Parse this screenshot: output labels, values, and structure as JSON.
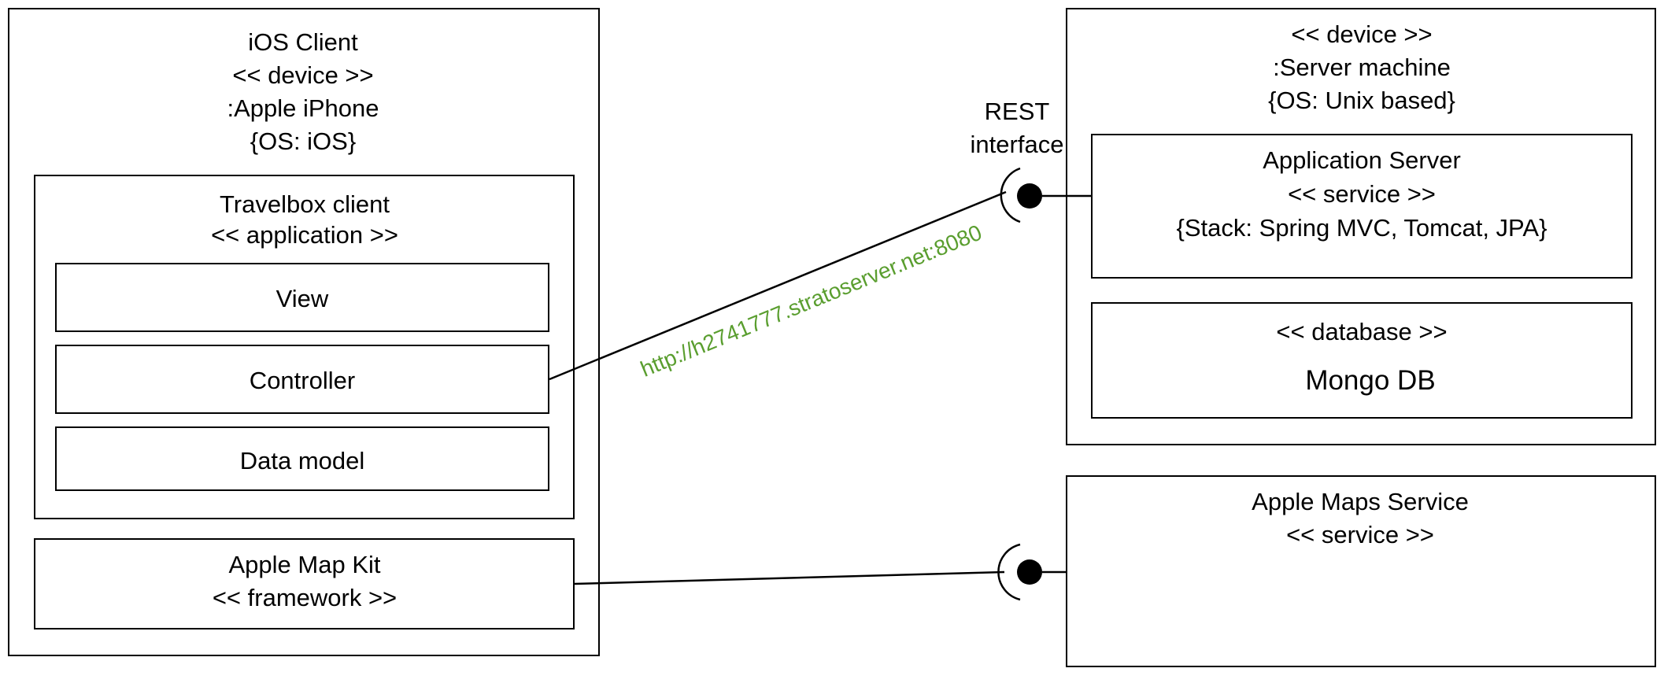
{
  "ios_client": {
    "title": "iOS Client",
    "stereotype": "<< device >>",
    "instance": ":Apple iPhone",
    "os": "{OS: iOS}"
  },
  "travelbox": {
    "title": "Travelbox client",
    "stereotype": "<< application >>",
    "components": {
      "view": "View",
      "controller": "Controller",
      "data_model": "Data model"
    }
  },
  "map_kit": {
    "title": "Apple Map Kit",
    "stereotype": "<< framework >>"
  },
  "server_machine": {
    "stereotype": "<< device >>",
    "instance": ":Server machine",
    "os": "{OS: Unix based}"
  },
  "app_server": {
    "title": "Application Server",
    "stereotype": "<< service >>",
    "stack": "{Stack: Spring MVC, Tomcat, JPA}"
  },
  "database": {
    "stereotype": "<< database >>",
    "name": "Mongo DB"
  },
  "maps_service": {
    "title": "Apple Maps Service",
    "stereotype": "<< service >>"
  },
  "rest_interface": {
    "line1": "REST",
    "line2": "interface"
  },
  "connection": {
    "url": "http://h2741777.stratoserver.net:8080"
  },
  "colors": {
    "line": "#000000",
    "url_text": "#5a9e2f"
  }
}
